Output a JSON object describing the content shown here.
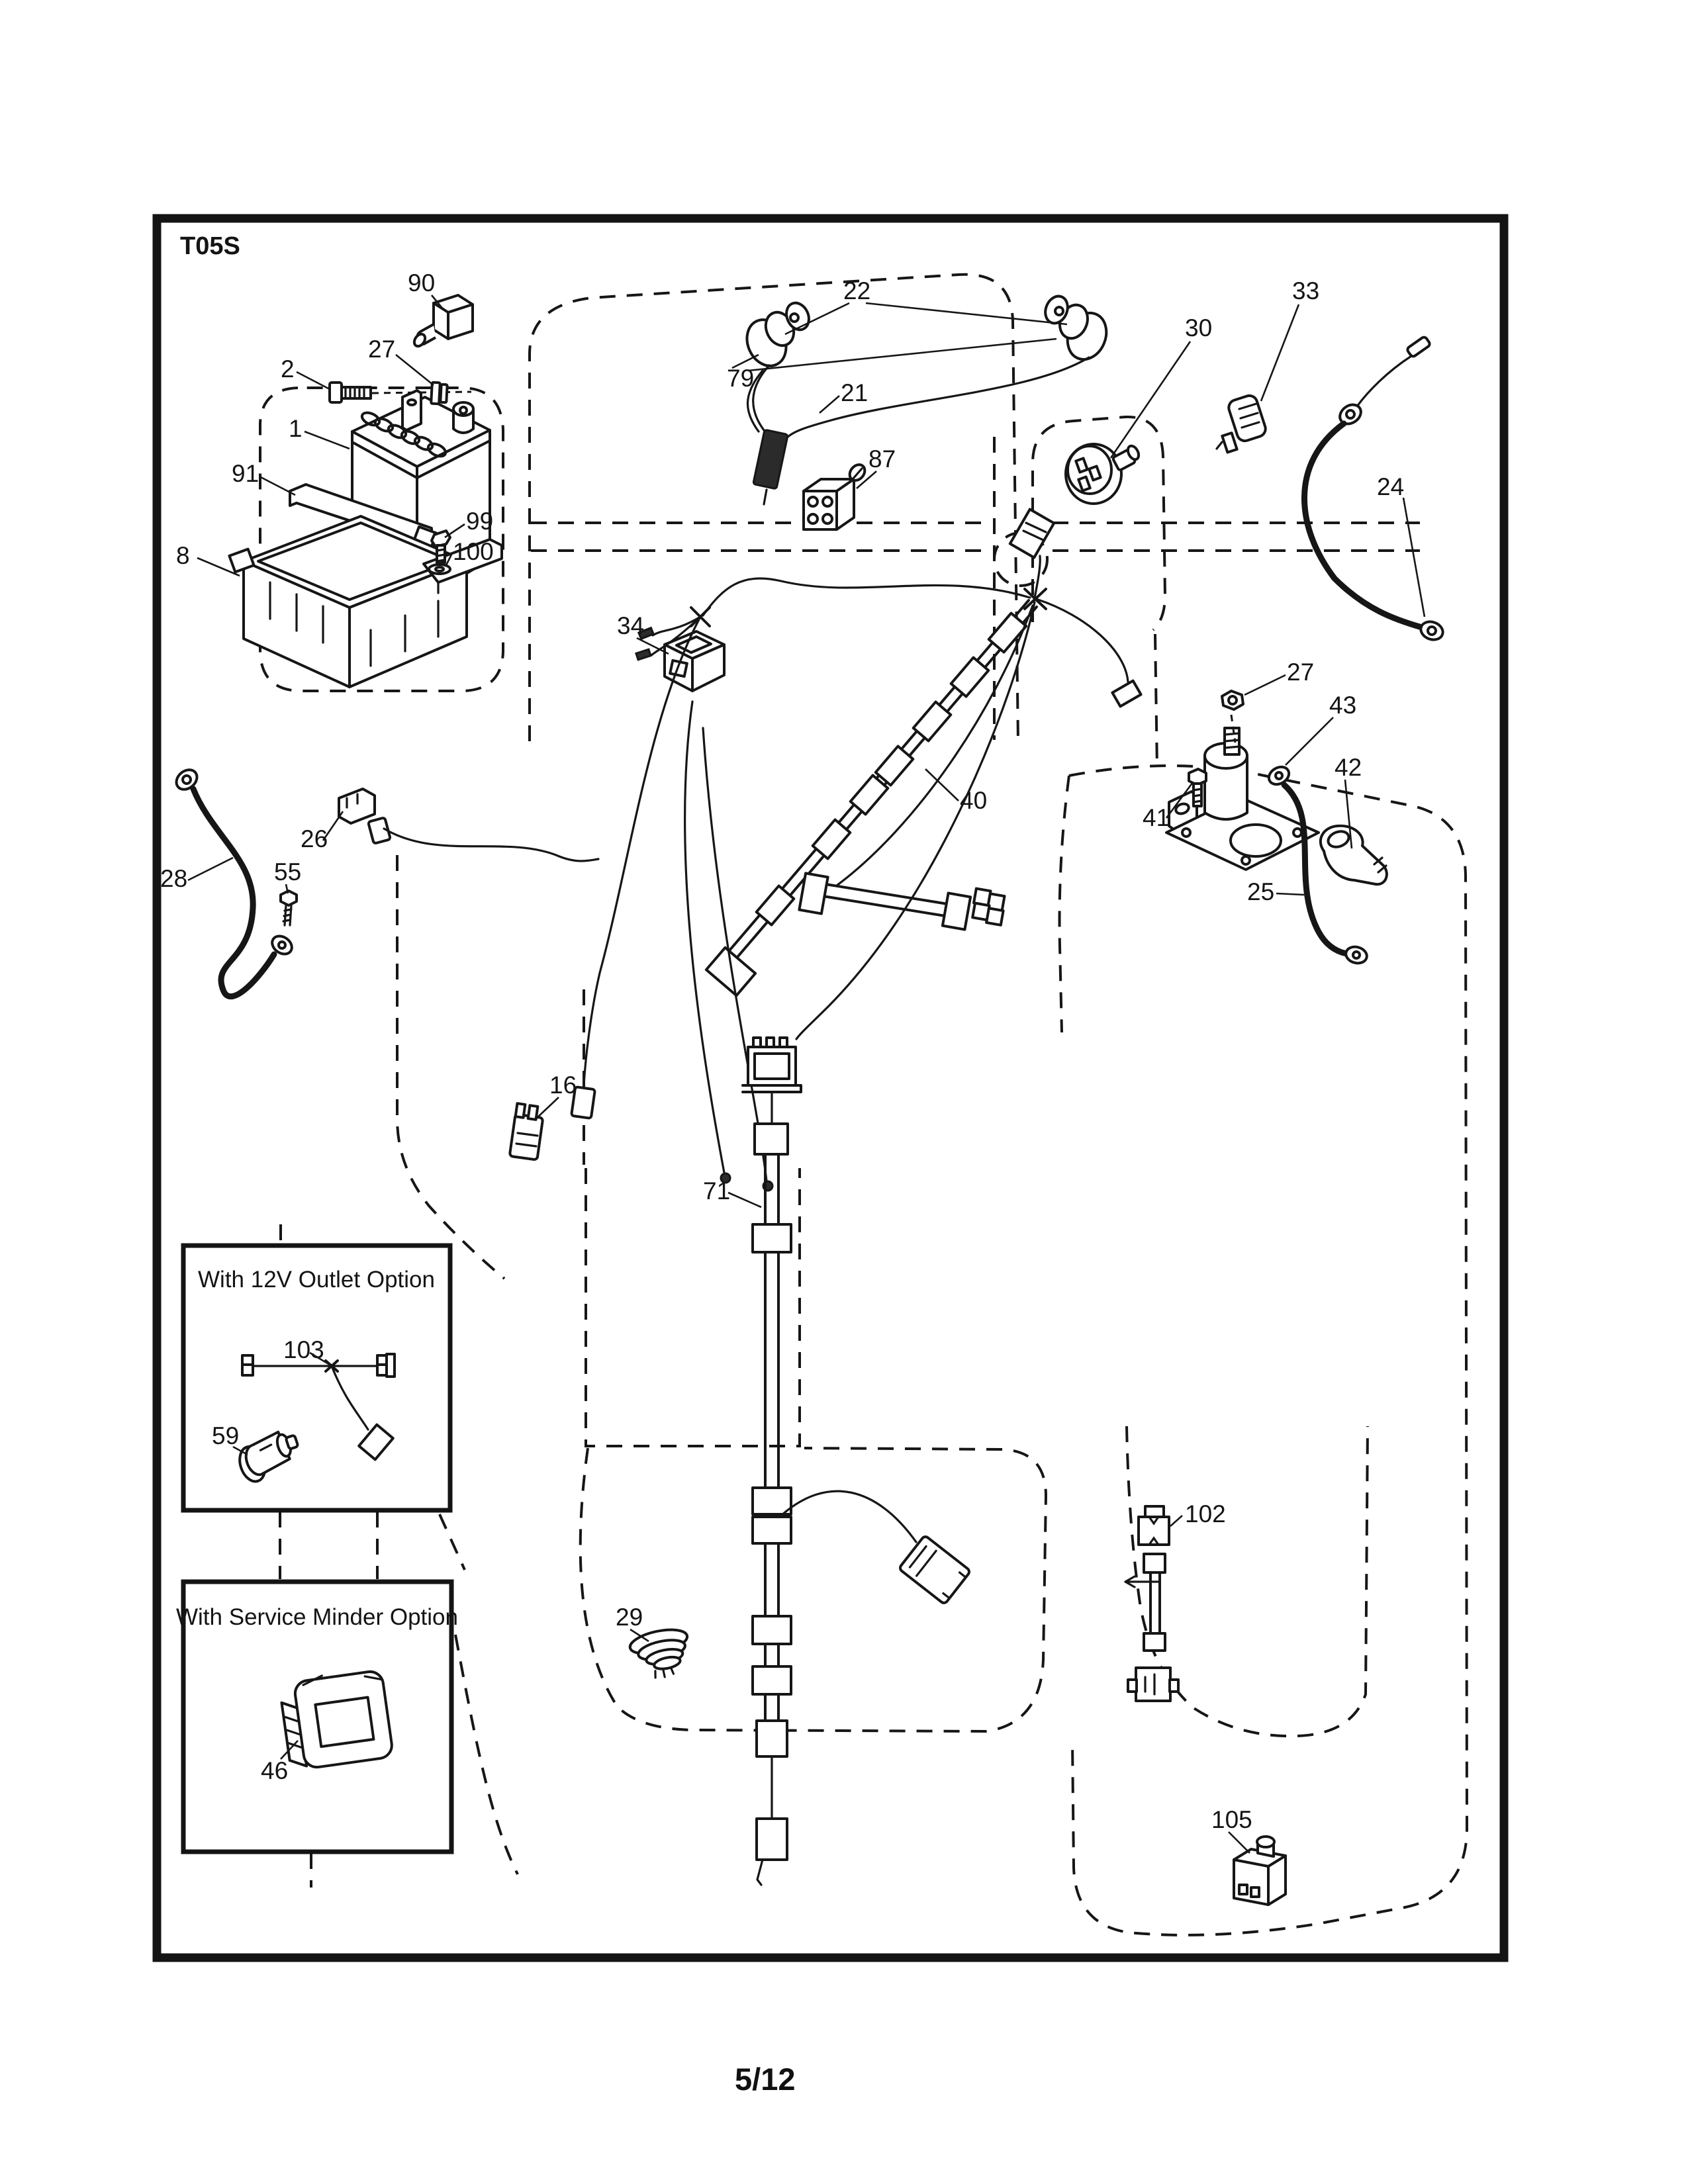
{
  "page": {
    "sheet_code": "T05S",
    "page_number": "5/12"
  },
  "option_boxes": {
    "outlet_title": "With 12V Outlet Option",
    "service_minder_title": "With Service Minder Option"
  },
  "colors": {
    "ink": "#161616",
    "paper": "#ffffff"
  },
  "parts": [
    {
      "label": "90"
    },
    {
      "label": "22"
    },
    {
      "label": "33"
    },
    {
      "label": "30"
    },
    {
      "label": "27"
    },
    {
      "label": "2"
    },
    {
      "label": "1"
    },
    {
      "label": "91"
    },
    {
      "label": "99"
    },
    {
      "label": "100"
    },
    {
      "label": "8"
    },
    {
      "label": "79"
    },
    {
      "label": "21"
    },
    {
      "label": "87"
    },
    {
      "label": "24"
    },
    {
      "label": "34"
    },
    {
      "label": "27"
    },
    {
      "label": "43"
    },
    {
      "label": "41"
    },
    {
      "label": "42"
    },
    {
      "label": "25"
    },
    {
      "label": "28"
    },
    {
      "label": "55"
    },
    {
      "label": "26"
    },
    {
      "label": "40"
    },
    {
      "label": "16"
    },
    {
      "label": "71"
    },
    {
      "label": "103"
    },
    {
      "label": "59"
    },
    {
      "label": "46"
    },
    {
      "label": "29"
    },
    {
      "label": "102"
    },
    {
      "label": "105"
    }
  ]
}
